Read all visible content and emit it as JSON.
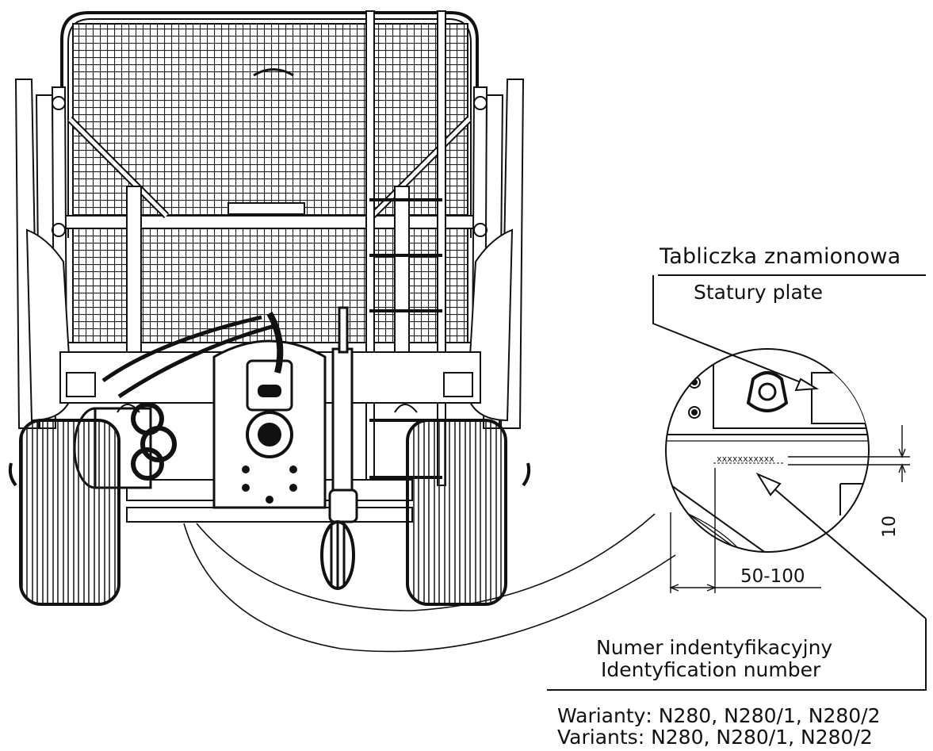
{
  "labels": {
    "nameplate_pl": "Tabliczka znamionowa",
    "nameplate_en": "Statury plate",
    "dimension_vertical": "10",
    "dimension_horizontal": "50-100",
    "id_number_pl": "Numer indentyfikacyjny",
    "id_number_en": "Identyfication number",
    "variants_pl": "Wariantу: N280, N280/1, N280/2",
    "variants_en": "Variants:  N280, N280/1, N280/2",
    "serial_placeholder": "xxxxxxxxxxx"
  },
  "colors": {
    "line": "#111111",
    "background": "#ffffff"
  }
}
